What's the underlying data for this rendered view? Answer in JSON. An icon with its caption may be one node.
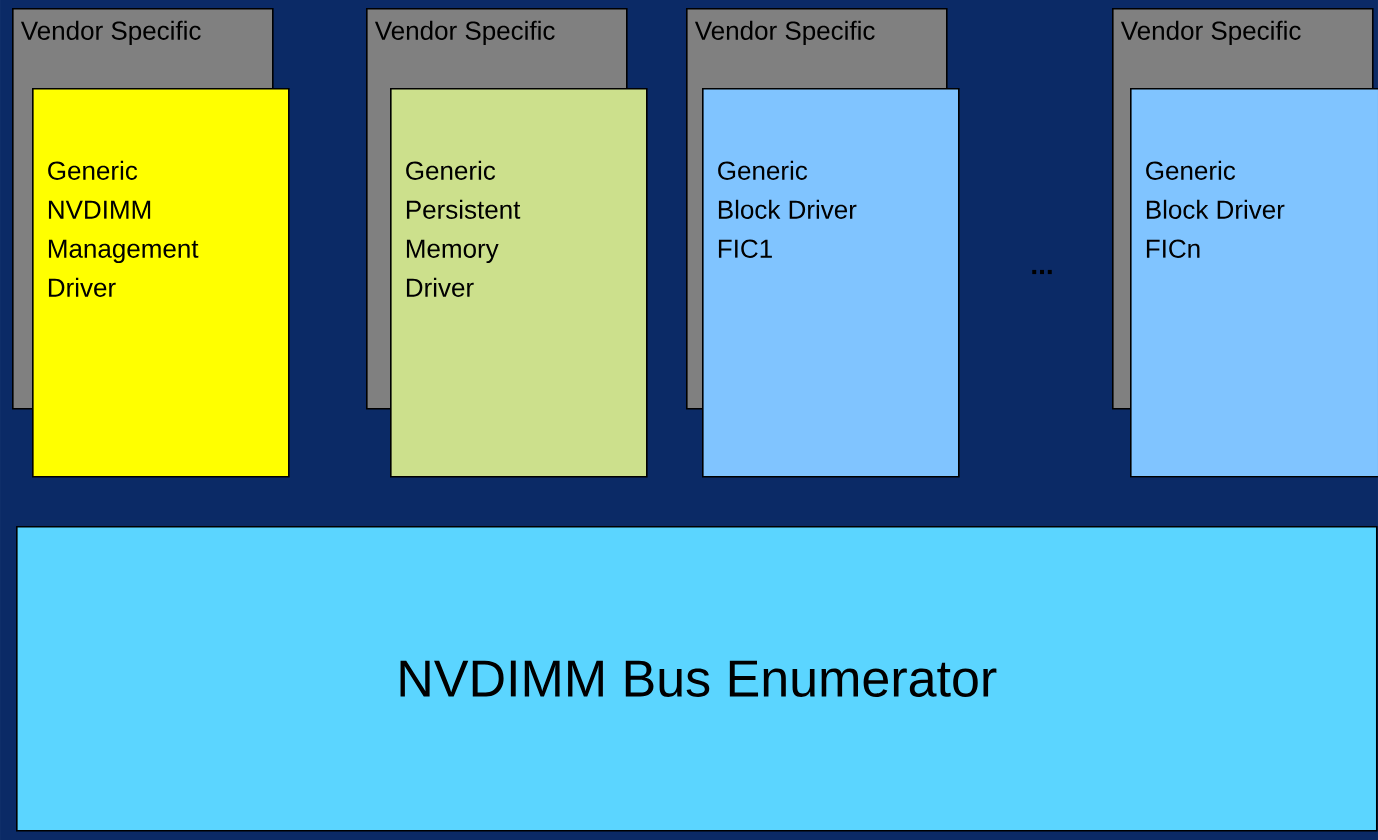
{
  "diagram": {
    "nodes": [
      {
        "text": [
          "Vendor Specific"
        ]
      },
      {
        "text": [
          "Generic NVDIMM Management Driver"
        ]
      },
      {
        "text": [
          "Vendor Specific"
        ]
      },
      {
        "text": [
          "Generic Persistent Memory Driver"
        ]
      },
      {
        "text": [
          "Vendor Specific"
        ]
      },
      {
        "text": [
          "Generic Block Driver FIC1"
        ]
      },
      {
        "text": [
          "Vendor Specific"
        ]
      },
      {
        "text": [
          "Generic Block Driver FICn"
        ]
      },
      {
        "text": [
          "NVDIMM Bus Enumerator"
        ]
      }
    ],
    "labels": [
      "..."
    ]
  }
}
